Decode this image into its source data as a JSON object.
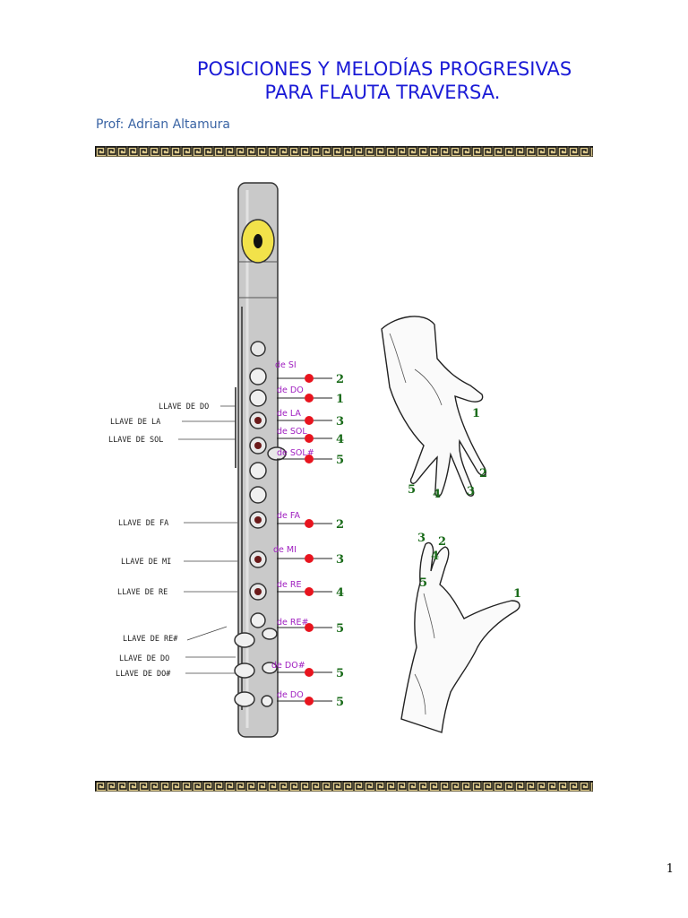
{
  "title": {
    "line1": "POSICIONES Y MELODÍAS PROGRESIVAS",
    "line2": "PARA FLAUTA TRAVERSA."
  },
  "author": "Prof: Adrian Altamura",
  "page_number": "1",
  "figure": {
    "key_labels": [
      "LLAVE DE DO",
      "LLAVE DE LA",
      "LLAVE DE SOL",
      "LLAVE DE FA",
      "LLAVE DE MI",
      "LLAVE DE RE",
      "LLAVE DE RE#",
      "LLAVE DE DO",
      "LLAVE DE DO#"
    ],
    "note_labels": [
      "de SI",
      "de DO",
      "de LA",
      "de SOL",
      "de SOL#",
      "de FA",
      "de MI",
      "de RE",
      "de RE#",
      "de DO#",
      "de DO"
    ],
    "finger_numbers": [
      "2",
      "1",
      "3",
      "4",
      "5",
      "2",
      "3",
      "4",
      "5",
      "5",
      "5"
    ],
    "left_hand_fingers": [
      "1",
      "2",
      "3",
      "4",
      "5"
    ],
    "right_hand_fingers": [
      "3",
      "2",
      "4",
      "5",
      "1"
    ],
    "colors": {
      "lip_plate": "#f2e24a",
      "dot": "#e8141e",
      "note_label": "#a020c0",
      "finger_number": "#1a6b1a",
      "title": "#1a1ad6",
      "author": "#3a64a4"
    }
  }
}
